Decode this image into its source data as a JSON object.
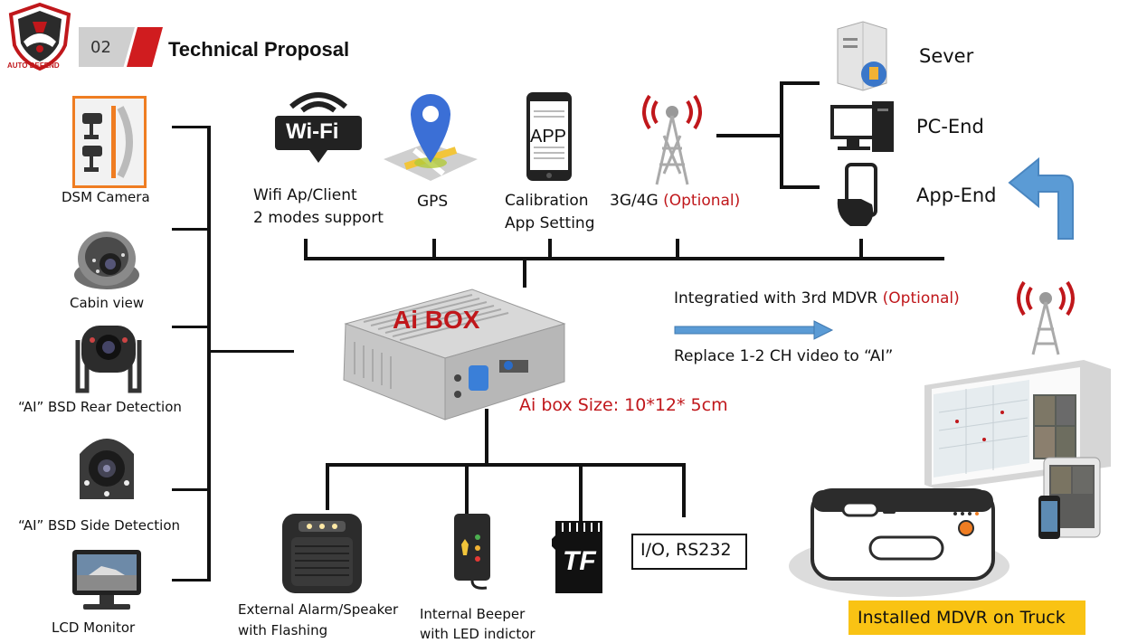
{
  "header": {
    "logo_text": "AUTO DEFEND",
    "section_number": "02",
    "title": "Technical Proposal"
  },
  "cameras": [
    {
      "label": "DSM Camera"
    },
    {
      "label": "Cabin view"
    },
    {
      "label": "“AI”  BSD  Rear Detection"
    },
    {
      "label": "“AI”  BSD  Side Detection"
    },
    {
      "label": "LCD Monitor"
    }
  ],
  "top_devices": {
    "wifi_icon_text": "Wi-Fi",
    "wifi_line1": "Wifi Ap/Client",
    "wifi_line2": "2 modes support",
    "gps": "GPS",
    "app_icon_text": "APP",
    "calibration_line1": "Calibration",
    "calibration_line2": "App Setting",
    "network": "3G/4G",
    "network_optional": "(Optional)"
  },
  "endpoints": {
    "server": "Sever",
    "pc": "PC-End",
    "app": "App-End"
  },
  "ai_box": {
    "name": "Ai  BOX",
    "size": "Ai box Size: 10*12* 5cm"
  },
  "integration": {
    "line1": "Integratied with 3rd MDVR",
    "line1_optional": "(Optional)",
    "line2": "Replace 1-2 CH video to “AI”"
  },
  "bottom_devices": {
    "alarm_line1": "External Alarm/Speaker",
    "alarm_line2": "with Flashing",
    "beeper_line1": "Internal Beeper",
    "beeper_line2": "with LED indictor",
    "tf_text": "TF",
    "io": "I/O, RS232"
  },
  "mdvr_label": "Installed MDVR on Truck",
  "colors": {
    "accent_red": "#c0171b",
    "arrow_blue": "#5b9bd5",
    "label_yellow": "#f9c314",
    "dsm_border": "#ef7d22"
  }
}
